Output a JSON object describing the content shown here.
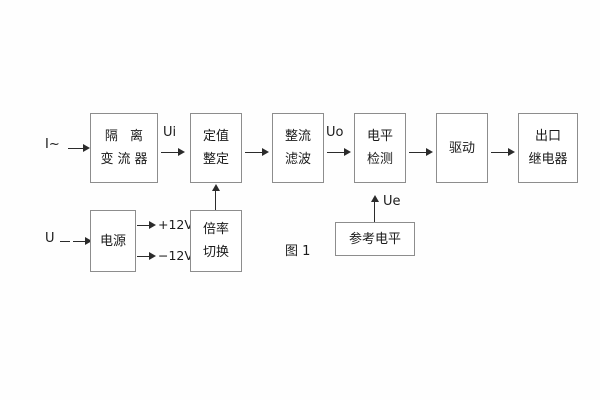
{
  "diagram": {
    "caption": "图 1",
    "inputs": {
      "current": "I~",
      "voltage": "U"
    },
    "signals": {
      "ui": "Ui",
      "uo": "Uo",
      "ue": "Ue"
    },
    "power_rails": {
      "positive": "+12V",
      "negative": "−12V"
    },
    "blocks": [
      {
        "id": "isolation-transformer",
        "lines": [
          "隔 离",
          "变流器"
        ]
      },
      {
        "id": "setting-value",
        "lines": [
          "定值",
          "整定"
        ]
      },
      {
        "id": "rectify-filter",
        "lines": [
          "整流",
          "滤波"
        ]
      },
      {
        "id": "level-detection",
        "lines": [
          "电平",
          "检测"
        ]
      },
      {
        "id": "drive",
        "lines": [
          "驱动"
        ]
      },
      {
        "id": "output-relay",
        "lines": [
          "出口",
          "继电器"
        ]
      },
      {
        "id": "power-supply",
        "lines": [
          "电源"
        ]
      },
      {
        "id": "multiplier-switch",
        "lines": [
          "倍率",
          "切换"
        ]
      },
      {
        "id": "reference-level",
        "lines": [
          "参考电平"
        ]
      }
    ],
    "colors": {
      "box_border": "#8d8d8d",
      "line": "#2b2b2b",
      "text": "#1b1b1b",
      "background": "#fefefe"
    }
  }
}
